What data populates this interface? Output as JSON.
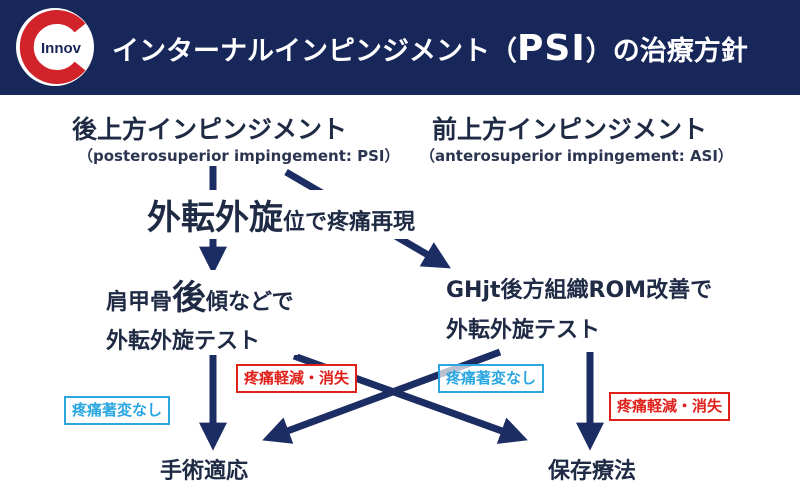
{
  "header": {
    "logo_text": "Innov",
    "title_prefix": "インターナルインピンジメント（",
    "title_psi": "PSI",
    "title_suffix": "）の治療方針"
  },
  "colors": {
    "navy": "#17275a",
    "arrow": "#1c2d63",
    "red": "#e0201b",
    "blue": "#2aa6e0"
  },
  "diagram": {
    "psi_title": "後上方インピンジメント",
    "psi_sub": "（posterosuperior impingement: PSI）",
    "asi_title": "前上方インピンジメント",
    "asi_sub": "（anterosuperior impingement: ASI）",
    "repro_big": "外転外旋",
    "repro_rest": "位で疼痛再現",
    "scap_line1_pre": "肩甲骨",
    "scap_line1_big": "後",
    "scap_line1_post": "傾などで",
    "scap_line2": "外転外旋テスト",
    "ghjt_line1": "GHjt後方組織ROM改善で",
    "ghjt_line2": "外転外旋テスト",
    "tag_relief_1": "疼痛軽減・消失",
    "tag_nochange_1": "疼痛著変なし",
    "tag_nochange_2": "疼痛著変なし",
    "tag_relief_2": "疼痛軽減・消失",
    "outcome_surgery": "手術適応",
    "outcome_conservative": "保存療法"
  }
}
